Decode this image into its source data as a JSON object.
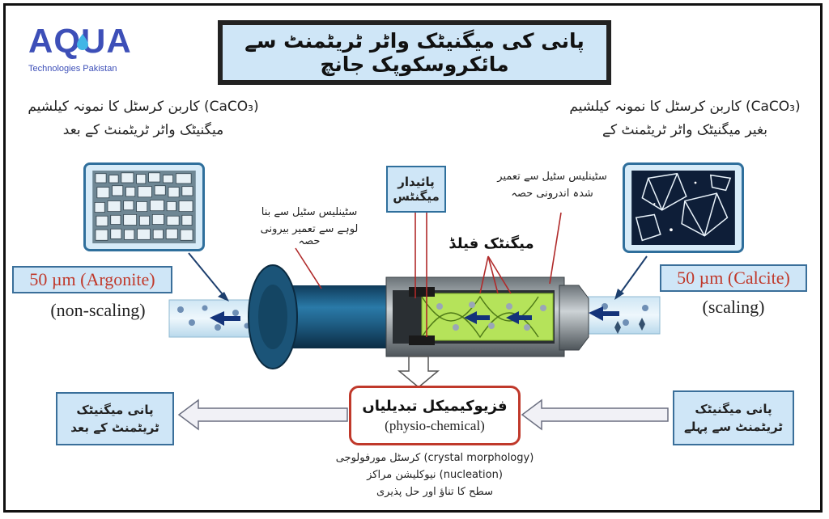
{
  "logo": {
    "brand": "AQUA",
    "tagline": "Technologies Pakistan"
  },
  "title": "پانی کی میگنیٹک واٹر ٹریٹمنٹ سے مائکروسکوپک جانچ",
  "left_sample": {
    "caption_line1": "(CaCO₃) کاربن کرسٹل کا نمونہ کیلشیم",
    "caption_line2": "میگنیٹک واٹر ٹریٹمنٹ کے بعد",
    "size_label": "50 µm (Argonite)",
    "type_label": "(non-scaling)"
  },
  "right_sample": {
    "caption_line1": "(CaCO₃) کاربن کرسٹل کا نمونہ کیلشیم",
    "caption_line2": "بغیر میگنیٹک واٹر ٹریٹمنٹ کے",
    "size_label": "50 µm (Calcite)",
    "type_label": "(scaling)"
  },
  "labels": {
    "permanent_magnets": "پائیدار میگنٹس",
    "magnetic_field": "میگنٹک فیلڈ",
    "inner_part_line1": "سٹینلیس سٹیل سے تعمیر",
    "inner_part_line2": "شدہ اندرونی حصہ",
    "outer_part_line1": "سٹینلیس سٹیل سے بنا",
    "outer_part_line2": "لوہے سے تعمیر بیرونی حصہ"
  },
  "flow": {
    "before_line1": "پانی میگنیٹک",
    "before_line2": "ٹریٹمنٹ سے پہلے",
    "after_line1": "پانی میگنیٹک",
    "after_line2": "ٹریٹمنٹ کے بعد",
    "center_urdu": "فزیوکیمیکل تبدیلیاں",
    "center_english": "(physio-chemical)"
  },
  "effects": [
    "(crystal morphology) کرسٹل مورفولوجی",
    "(nucleation) نیوکلیشن مراکز",
    "سطح کا تناؤ اور حل پذیری"
  ],
  "colors": {
    "accent_red": "#c0392b",
    "box_fill": "#cfe6f7",
    "pipe_blue": "#1f5f86",
    "field_green": "#b5e35a",
    "logo_blue": "#3d4fb8"
  }
}
